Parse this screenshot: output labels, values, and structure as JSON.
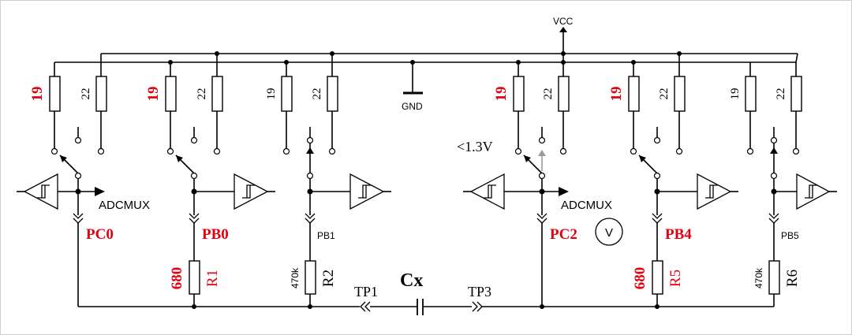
{
  "supply": {
    "vcc": "VCC",
    "gnd": "GND"
  },
  "resistors": {
    "a": {
      "r1": "19",
      "r2": "22"
    },
    "b": {
      "r1": "19",
      "r2": "22"
    },
    "c": {
      "r1": "19",
      "r2": "22"
    },
    "d": {
      "r1": "19",
      "r2": "22"
    },
    "e": {
      "r1": "19",
      "r2": "22"
    },
    "f": {
      "r1": "19",
      "r2": "22"
    }
  },
  "pins": {
    "pc0": "PC0",
    "pb0": "PB0",
    "pb1": "PB1",
    "pc2": "PC2",
    "pb4": "PB4",
    "pb5": "PB5"
  },
  "adc": {
    "left": "ADCMUX",
    "right": "ADCMUX"
  },
  "threshold": "<1.3V",
  "voltmeter": "V",
  "lower_resistors": {
    "r1": {
      "value": "680",
      "name": "R1"
    },
    "r2": {
      "value": "470k",
      "name": "R2"
    },
    "r5": {
      "value": "680",
      "name": "R5"
    },
    "r6": {
      "value": "470k",
      "name": "R6"
    }
  },
  "test_points": {
    "tp1": "TP1",
    "tp3": "TP3"
  },
  "capacitor": "Cx",
  "colors": {
    "highlight": "#e3000f",
    "line": "#000000",
    "arrow_gray": "#9a9a9a"
  }
}
